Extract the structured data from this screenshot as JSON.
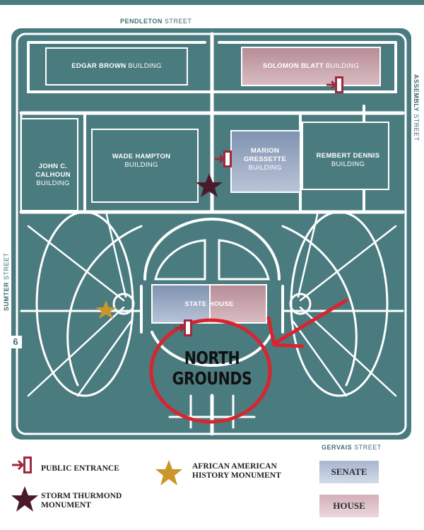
{
  "streets": {
    "pendleton": {
      "name": "PENDLETON",
      "suffix": "STREET"
    },
    "assembly": {
      "name": "ASSEMBLY",
      "suffix": "STREET"
    },
    "sumter": {
      "name": "SUMTER",
      "suffix": "STREET"
    },
    "gervais": {
      "name": "GERVAIS",
      "suffix": "STREET"
    }
  },
  "street_number": "6",
  "buildings": {
    "edgar_brown": {
      "name": "EDGAR BROWN",
      "suffix": "BUILDING"
    },
    "solomon_blatt": {
      "name": "SOLOMON BLATT",
      "suffix": "BUILDING"
    },
    "wade_hampton": {
      "name": "WADE HAMPTON",
      "suffix": "BUILDING"
    },
    "marion_gressette": {
      "name": "MARION GRESSETTE",
      "suffix": "BUILDING"
    },
    "rembert_dennis": {
      "name": "REMBERT DENNIS",
      "suffix": "BUILDING"
    },
    "john_calhoun": {
      "name": "JOHN C. CALHOUN",
      "suffix": "BUILDING"
    },
    "state_house": {
      "name": "STATE HOUSE"
    }
  },
  "highlight": {
    "label_line1": "NORTH",
    "label_line2": "GROUNDS",
    "color": "#d9242f"
  },
  "legend": {
    "public_entrance": "PUBLIC ENTRANCE",
    "storm_line1": "STORM THURMOND",
    "storm_line2": "MONUMENT",
    "african_line1": "AFRICAN AMERICAN",
    "african_line2": "HISTORY MONUMENT",
    "senate": "SENATE",
    "house": "HOUSE"
  },
  "colors": {
    "grounds": "#4a7b7f",
    "paths": "#ffffff",
    "senate": "#9aaac6",
    "house": "#c9a3ad",
    "entrance": "#9e2a3e",
    "storm_star": "#4a1a2a",
    "african_star": "#c9962a"
  }
}
